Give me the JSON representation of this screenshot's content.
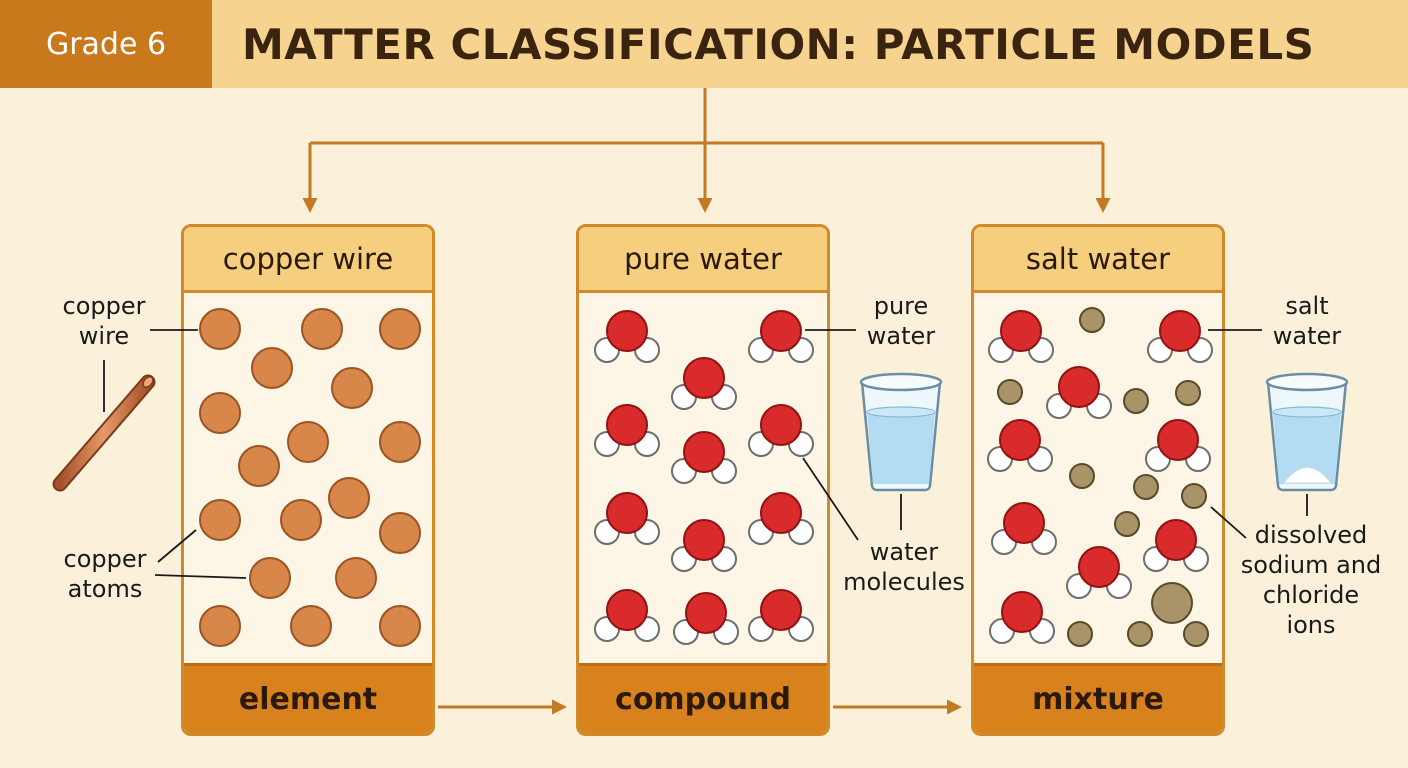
{
  "header": {
    "grade": "Grade 6",
    "title": "MATTER CLASSIFICATION: PARTICLE MODELS"
  },
  "panels": [
    {
      "title": "copper wire",
      "footer": "element",
      "callouts": {
        "object": [
          "copper",
          "wire"
        ],
        "particles": [
          "copper",
          "atoms"
        ]
      }
    },
    {
      "title": "pure water",
      "footer": "compound",
      "callouts": {
        "object": [
          "pure",
          "water"
        ],
        "particles": [
          "water",
          "molecules"
        ]
      }
    },
    {
      "title": "salt water",
      "footer": "mixture",
      "callouts": {
        "object": [
          "salt",
          "water"
        ],
        "particles": [
          "dissolved",
          "sodium and",
          "chloride",
          "ions"
        ]
      }
    }
  ],
  "colors": {
    "header_bar": "#f6d38f",
    "grade_badge": "#c9781c",
    "panel_border": "#d08a2a",
    "panel_title_bg": "#f6cf7e",
    "panel_footer_bg": "#d8821e",
    "copper_atom": "#d9864a",
    "oxygen": "#d92b2b",
    "hydrogen": "#ffffff",
    "ion": "#a89468",
    "arrow": "#c47a22"
  }
}
